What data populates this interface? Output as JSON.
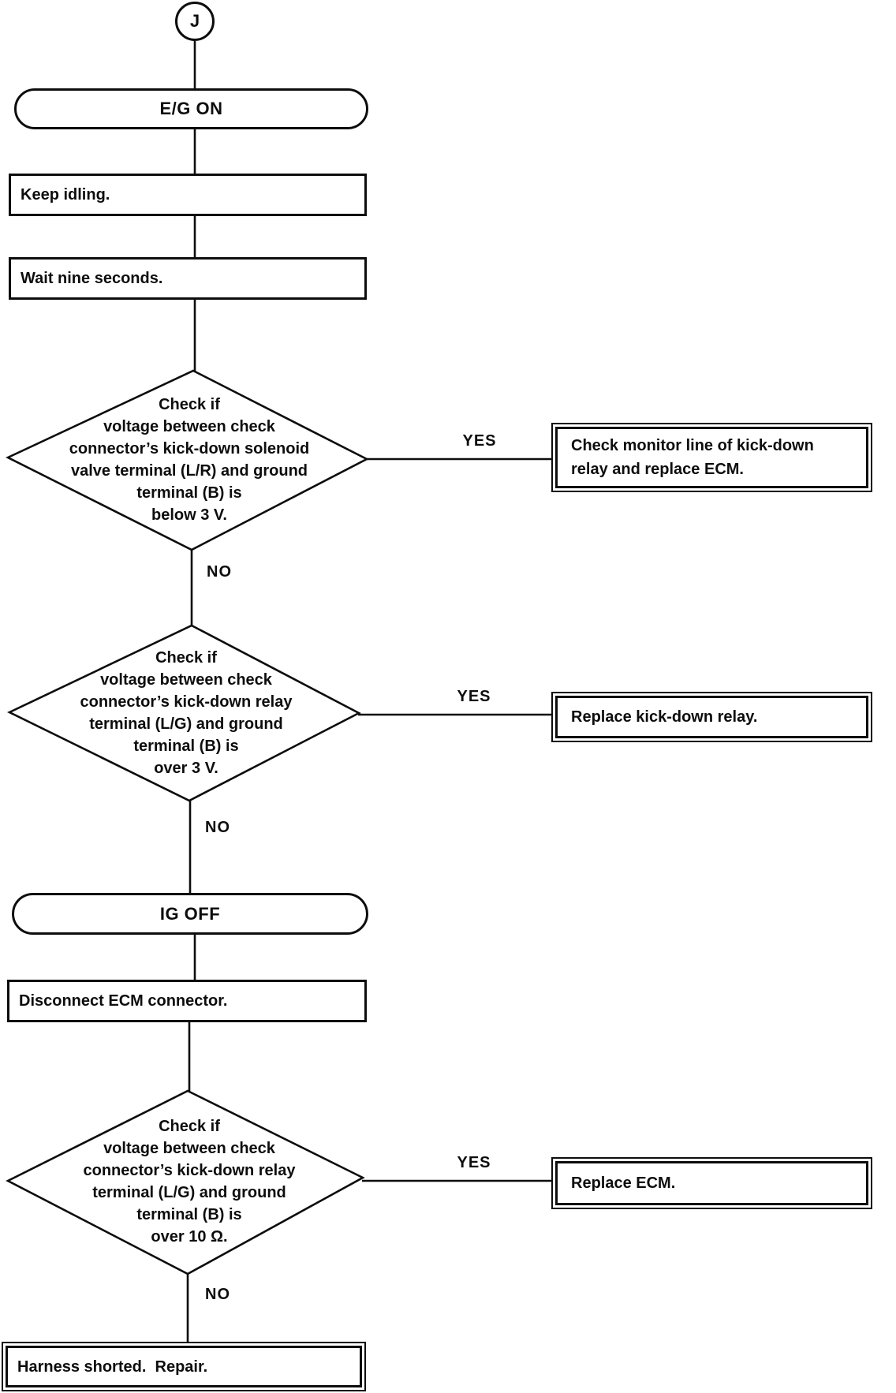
{
  "colors": {
    "ink": "#0d0d0d",
    "paper": "#ffffff"
  },
  "flow": {
    "connector": {
      "label": "J"
    },
    "terminator_start": {
      "label": "E/G ON"
    },
    "process_keep_idling": {
      "label": "Keep idling."
    },
    "process_wait": {
      "label": "Wait nine seconds."
    },
    "decision_solenoid_voltage": {
      "lines": [
        "Check if",
        "voltage between check",
        "connector’s kick-down solenoid",
        "valve terminal (L/R) and ground",
        "terminal (B) is",
        "below 3 V."
      ],
      "yes_label": "YES",
      "no_label": "NO"
    },
    "result_monitor_line": {
      "lines": [
        "Check monitor line of kick-down",
        "relay and replace ECM."
      ]
    },
    "decision_relay_voltage": {
      "lines": [
        "Check if",
        "voltage between check",
        "connector’s kick-down relay",
        "terminal (L/G) and ground",
        "terminal (B) is",
        "over 3 V."
      ],
      "yes_label": "YES",
      "no_label": "NO"
    },
    "result_replace_relay": {
      "lines": [
        "Replace kick-down relay."
      ]
    },
    "terminator_ig_off": {
      "label": "IG OFF"
    },
    "process_disconnect_ecm": {
      "label": "Disconnect ECM connector."
    },
    "decision_relay_resistance": {
      "lines": [
        "Check if",
        "voltage between check",
        "connector’s kick-down relay",
        "terminal (L/G) and ground",
        "terminal (B) is",
        "over 10 Ω."
      ],
      "yes_label": "YES",
      "no_label": "NO"
    },
    "result_replace_ecm": {
      "lines": [
        "Replace ECM."
      ]
    },
    "result_harness": {
      "label": "Harness shorted.  Repair."
    }
  }
}
